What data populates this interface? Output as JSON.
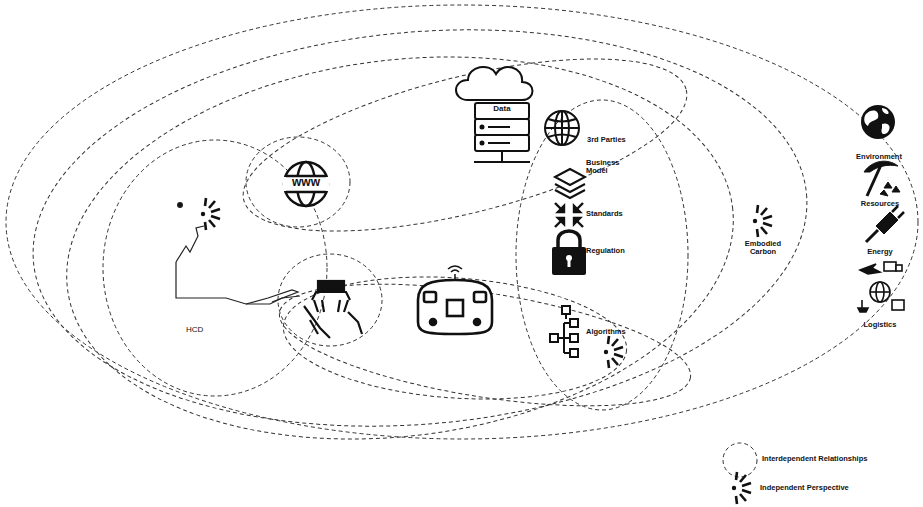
{
  "diagram": {
    "labels": [
      "Data",
      "3rd Parties",
      "Environment",
      "Business Model",
      "www",
      "Resources",
      "Standards",
      "Embodied Carbon",
      "Regulation",
      "Energy",
      "Logistics",
      "HCD",
      "Algorithms"
    ],
    "legend": [
      {
        "text": "Interdependent Relationships"
      },
      {
        "text": "Independent Perspective"
      }
    ]
  }
}
